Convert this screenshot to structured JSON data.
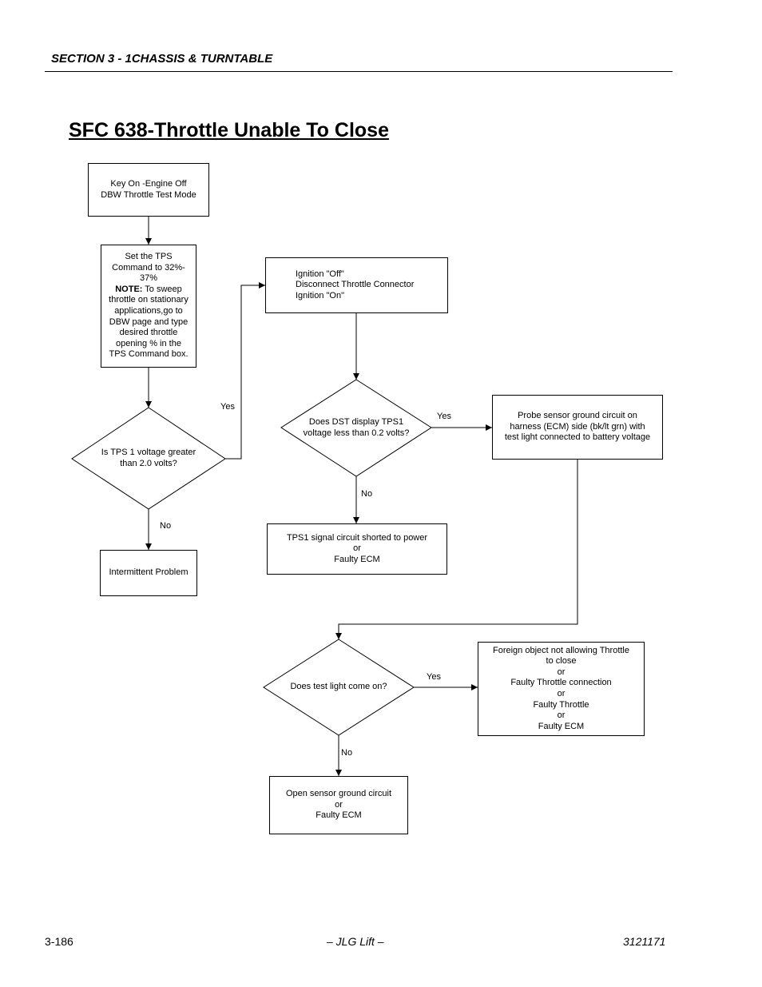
{
  "header": {
    "section": "SECTION 3 - 1CHASSIS & TURNTABLE"
  },
  "title": "SFC 638-Throttle Unable To Close",
  "flowchart": {
    "start": [
      "Key On -Engine Off",
      "DBW Throttle Test Mode"
    ],
    "set_tps": {
      "lines": [
        "Set the TPS",
        "Command to 32%-",
        "37%"
      ],
      "note_label": "NOTE:",
      "note_first": " To sweep",
      "note_lines": [
        "throttle on stationary",
        "applications,go to",
        "DBW page and type",
        "desired throttle",
        "opening % in the",
        "TPS Command  box."
      ]
    },
    "decision_tps1_voltage": [
      "Is TPS 1 voltage greater",
      "than 2.0 volts?"
    ],
    "intermittent": [
      "Intermittent Problem"
    ],
    "ignition": [
      "Ignition \"Off\"",
      "Disconnect Throttle Connector",
      "Ignition \"On\""
    ],
    "decision_dst": [
      "Does DST display TPS1",
      "voltage less than 0.2 volts?"
    ],
    "probe": [
      "Probe sensor ground circuit on",
      "harness (ECM) side (bk/lt grn) with",
      "test light connected to battery voltage"
    ],
    "tps1_shorted": [
      "TPS1 signal circuit shorted to power",
      "or",
      "Faulty ECM"
    ],
    "decision_light": [
      "Does test light come on?"
    ],
    "foreign_object": [
      "Foreign object not allowing Throttle",
      "to close",
      "or",
      "Faulty Throttle connection",
      "or",
      "Faulty Throttle",
      "or",
      "Faulty ECM"
    ],
    "open_ground": [
      "Open sensor ground circuit",
      "or",
      "Faulty ECM"
    ],
    "labels": {
      "yes": "Yes",
      "no": "No"
    }
  },
  "footer": {
    "page": "3-186",
    "center": "– JLG Lift –",
    "doc": "3121171"
  }
}
